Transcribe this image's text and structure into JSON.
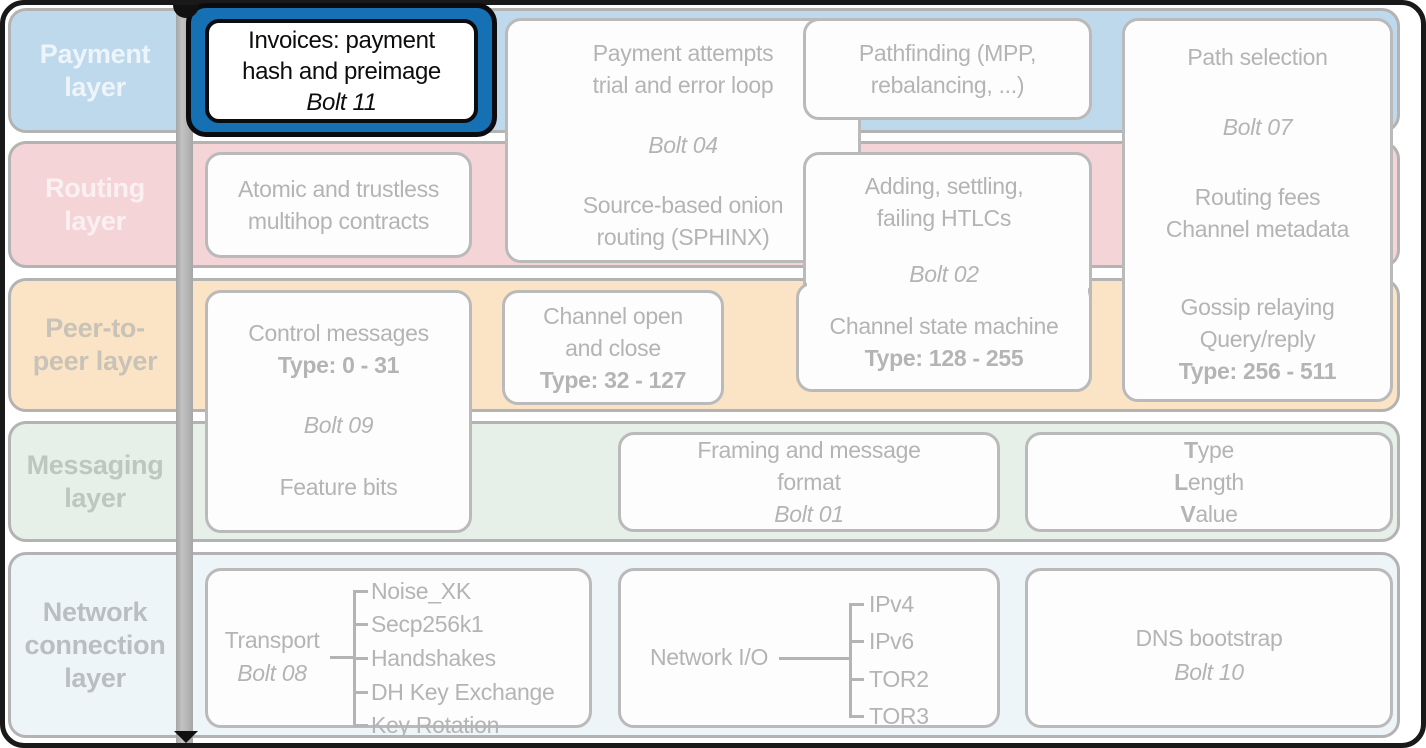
{
  "layers": [
    {
      "id": "payment",
      "label_lines": [
        "Payment",
        "layer"
      ]
    },
    {
      "id": "routing",
      "label_lines": [
        "Routing",
        "layer"
      ]
    },
    {
      "id": "p2p",
      "label_lines": [
        "Peer-to-",
        "peer layer"
      ]
    },
    {
      "id": "messaging",
      "label_lines": [
        "Messaging",
        "layer"
      ]
    },
    {
      "id": "network",
      "label_lines": [
        "Network",
        "connection",
        "layer"
      ]
    }
  ],
  "highlight": {
    "line1": "Invoices: payment",
    "line2": "hash and preimage",
    "bolt": "Bolt 11"
  },
  "boxes": {
    "payment_attempts": {
      "line1": "Payment attempts",
      "line2": "trial and error loop",
      "bolt": "Bolt 04",
      "line3": "Source-based onion",
      "line4": "routing (SPHINX)"
    },
    "pathfinding": {
      "line1": "Pathfinding (MPP,",
      "line2": "rebalancing, ...)"
    },
    "path_selection": {
      "line1": "Path selection",
      "bolt": "Bolt 07",
      "line2": "Routing fees",
      "line3": "Channel metadata",
      "line4": "Gossip relaying",
      "line5": "Query/reply",
      "type_range": "Type: 256 - 511"
    },
    "atomic": {
      "line1": "Atomic and trustless",
      "line2": "multihop contracts"
    },
    "htlc": {
      "line1": "Adding, settling,",
      "line2": "failing HTLCs",
      "bolt": "Bolt 02",
      "line3": "Channel state machine",
      "type_range": "Type: 128 - 255"
    },
    "control": {
      "line1": "Control messages",
      "type_range": "Type: 0 - 31",
      "bolt": "Bolt 09",
      "line2": "Feature bits"
    },
    "channel_open": {
      "line1": "Channel open",
      "line2": "and close",
      "type_range": "Type: 32 - 127"
    },
    "framing": {
      "line1": "Framing and message",
      "line2": "format",
      "bolt": "Bolt 01"
    },
    "tlv": {
      "line1": "Type",
      "line2": "Length",
      "line3": "Value"
    },
    "transport": {
      "label": "Transport",
      "bolt": "Bolt 08",
      "items": [
        "Noise_XK",
        "Secp256k1",
        "Handshakes",
        "DH Key Exchange",
        "Key Rotation"
      ]
    },
    "network_io": {
      "label": "Network I/O",
      "items": [
        "IPv4",
        "IPv6",
        "TOR2",
        "TOR3"
      ]
    },
    "dns": {
      "line1": "DNS bootstrap",
      "bolt": "Bolt 10"
    }
  },
  "colors": {
    "highlight_blue": "#1670b4",
    "highlight_border": "#0c0c10",
    "figure_border": "#191919",
    "divider_bar": "#b3b3b3",
    "box_border": "#bababa",
    "box_text": "#b4b4b4",
    "payment_bg": "#bed9ec",
    "payment_text": "#edf4fa",
    "routing_bg": "#f4d4d7",
    "routing_text": "#fbf0f1",
    "p2p_bg": "#fbe4c5",
    "p2p_text": "#c9c3b7",
    "messaging_bg": "#e6efe8",
    "messaging_text": "#bdc6bf",
    "network_bg": "#eef5f8",
    "network_text": "#b8bec1"
  }
}
